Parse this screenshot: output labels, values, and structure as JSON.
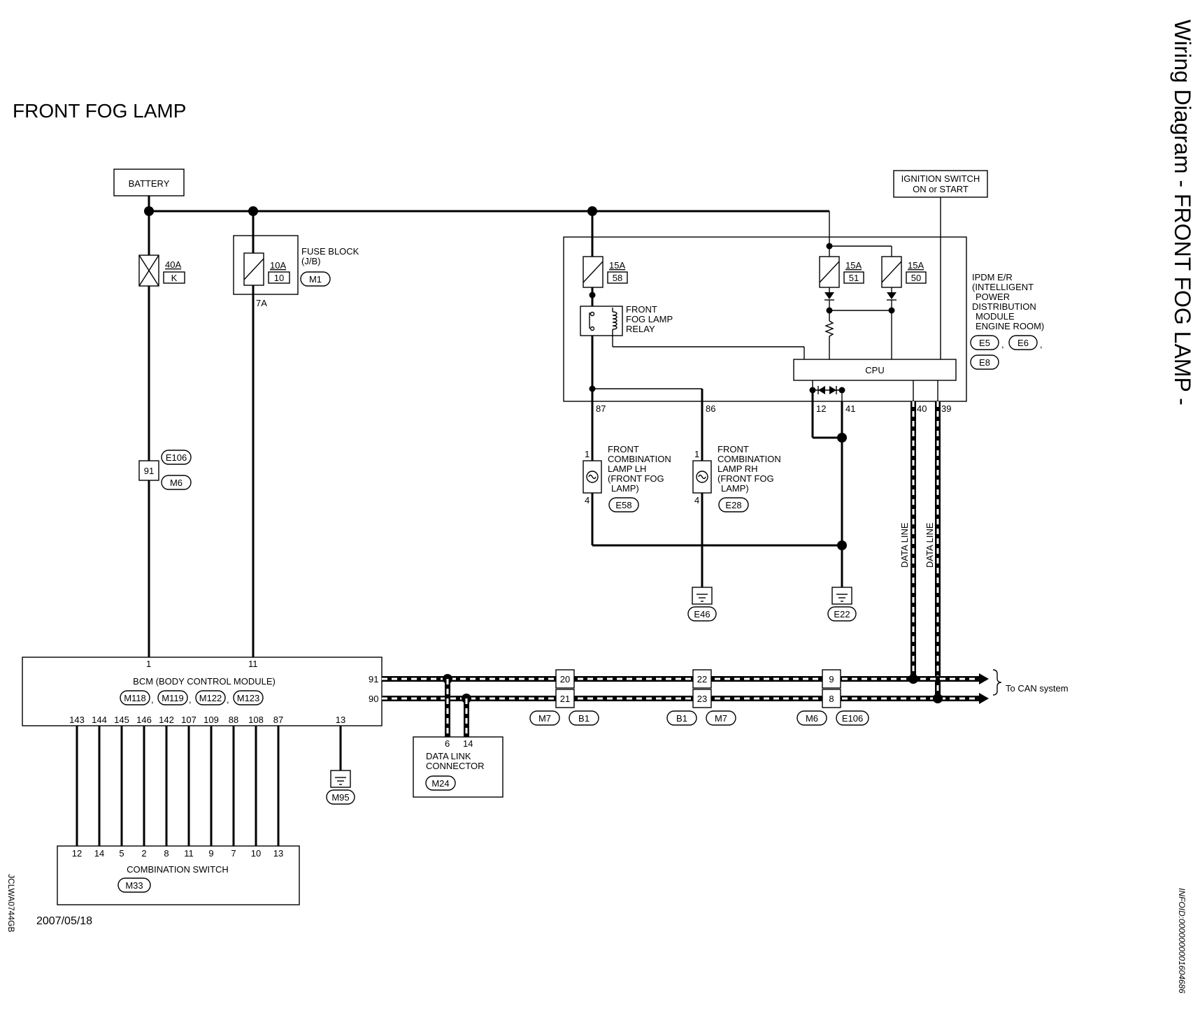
{
  "page_title": "FRONT FOG LAMP",
  "side_title": "Wiring Diagram - FRONT FOG LAMP -",
  "date": "2007/05/18",
  "code_left": "JCLWA0744GB",
  "code_right": "INFOID:0000000001604686",
  "battery": "BATTERY",
  "ignition": {
    "line1": "IGNITION SWITCH",
    "line2": "ON or START"
  },
  "fuse_40a": {
    "amp": "40A",
    "id": "K"
  },
  "fuse_block": {
    "amp": "10A",
    "id": "10",
    "label1": "FUSE BLOCK",
    "label2": "(J/B)",
    "connector": "M1",
    "pin": "7A"
  },
  "ipdm": {
    "label": [
      "IPDM E/R",
      "(INTELLIGENT",
      "POWER",
      "DISTRIBUTION",
      "MODULE",
      "ENGINE ROOM)"
    ],
    "connectors": [
      "E5",
      "E6",
      "E8"
    ],
    "fuses": [
      {
        "amp": "15A",
        "id": "58"
      },
      {
        "amp": "15A",
        "id": "51"
      },
      {
        "amp": "15A",
        "id": "50"
      }
    ],
    "relay": [
      "FRONT",
      "FOG LAMP",
      "RELAY"
    ],
    "cpu": "CPU",
    "pins": [
      "87",
      "86",
      "12",
      "41",
      "40",
      "39"
    ]
  },
  "inline_connector": {
    "pin": "91",
    "connectors": [
      "E106",
      "M6"
    ]
  },
  "lamp_lh": {
    "lines": [
      "FRONT",
      "COMBINATION",
      "LAMP LH",
      "(FRONT FOG",
      "LAMP)"
    ],
    "connector": "E58",
    "pin_top": "1",
    "pin_bottom": "4"
  },
  "lamp_rh": {
    "lines": [
      "FRONT",
      "COMBINATION",
      "LAMP RH",
      "(FRONT FOG",
      "LAMP)"
    ],
    "connector": "E28",
    "pin_top": "1",
    "pin_bottom": "4"
  },
  "grounds": [
    "E46",
    "E22",
    "M95"
  ],
  "data_line": "DATA LINE",
  "bcm": {
    "title": "BCM (BODY CONTROL MODULE)",
    "connectors": [
      "M118",
      "M119",
      "M122",
      "M123"
    ],
    "top_pins": [
      "1",
      "11"
    ],
    "right_pins": [
      "91",
      "90"
    ],
    "bottom_pins": [
      "143",
      "144",
      "145",
      "146",
      "142",
      "107",
      "109",
      "88",
      "108",
      "87",
      "13"
    ],
    "separator": ","
  },
  "can_joints": [
    {
      "top": "20",
      "bottom": "21",
      "connectors": [
        "M7",
        "B1"
      ]
    },
    {
      "top": "22",
      "bottom": "23",
      "connectors": [
        "B1",
        "M7"
      ]
    },
    {
      "top": "9",
      "bottom": "8",
      "connectors": [
        "M6",
        "E106"
      ]
    }
  ],
  "can_system": "To CAN system",
  "data_link": {
    "pins": [
      "6",
      "14"
    ],
    "line1": "DATA LINK",
    "line2": "CONNECTOR",
    "connector": "M24"
  },
  "combination_switch": {
    "title": "COMBINATION SWITCH",
    "connector": "M33",
    "pins": [
      "12",
      "14",
      "5",
      "2",
      "8",
      "11",
      "9",
      "7",
      "10",
      "13"
    ]
  }
}
